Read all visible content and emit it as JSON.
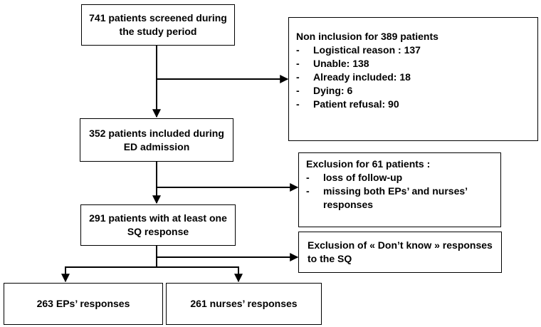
{
  "boxes": {
    "screened": "741 patients screened during the study period",
    "non_inclusion": {
      "title": "Non inclusion for 389 patients",
      "items": [
        "Logistical reason : 137",
        "Unable: 138",
        "Already included: 18",
        "Dying: 6",
        "Patient refusal: 90"
      ]
    },
    "included": "352 patients included during ED admission",
    "exclusion_61": {
      "title": "Exclusion for 61 patients :",
      "items": [
        "loss of follow-up",
        "missing both EPs’ and nurses’ responses"
      ]
    },
    "sq_response": "291 patients with at least one SQ response",
    "dont_know": "Exclusion of « Don’t know » responses to the SQ",
    "eps": "263 EPs’ responses",
    "nurses": "261 nurses’ responses"
  },
  "list_marker": "-"
}
